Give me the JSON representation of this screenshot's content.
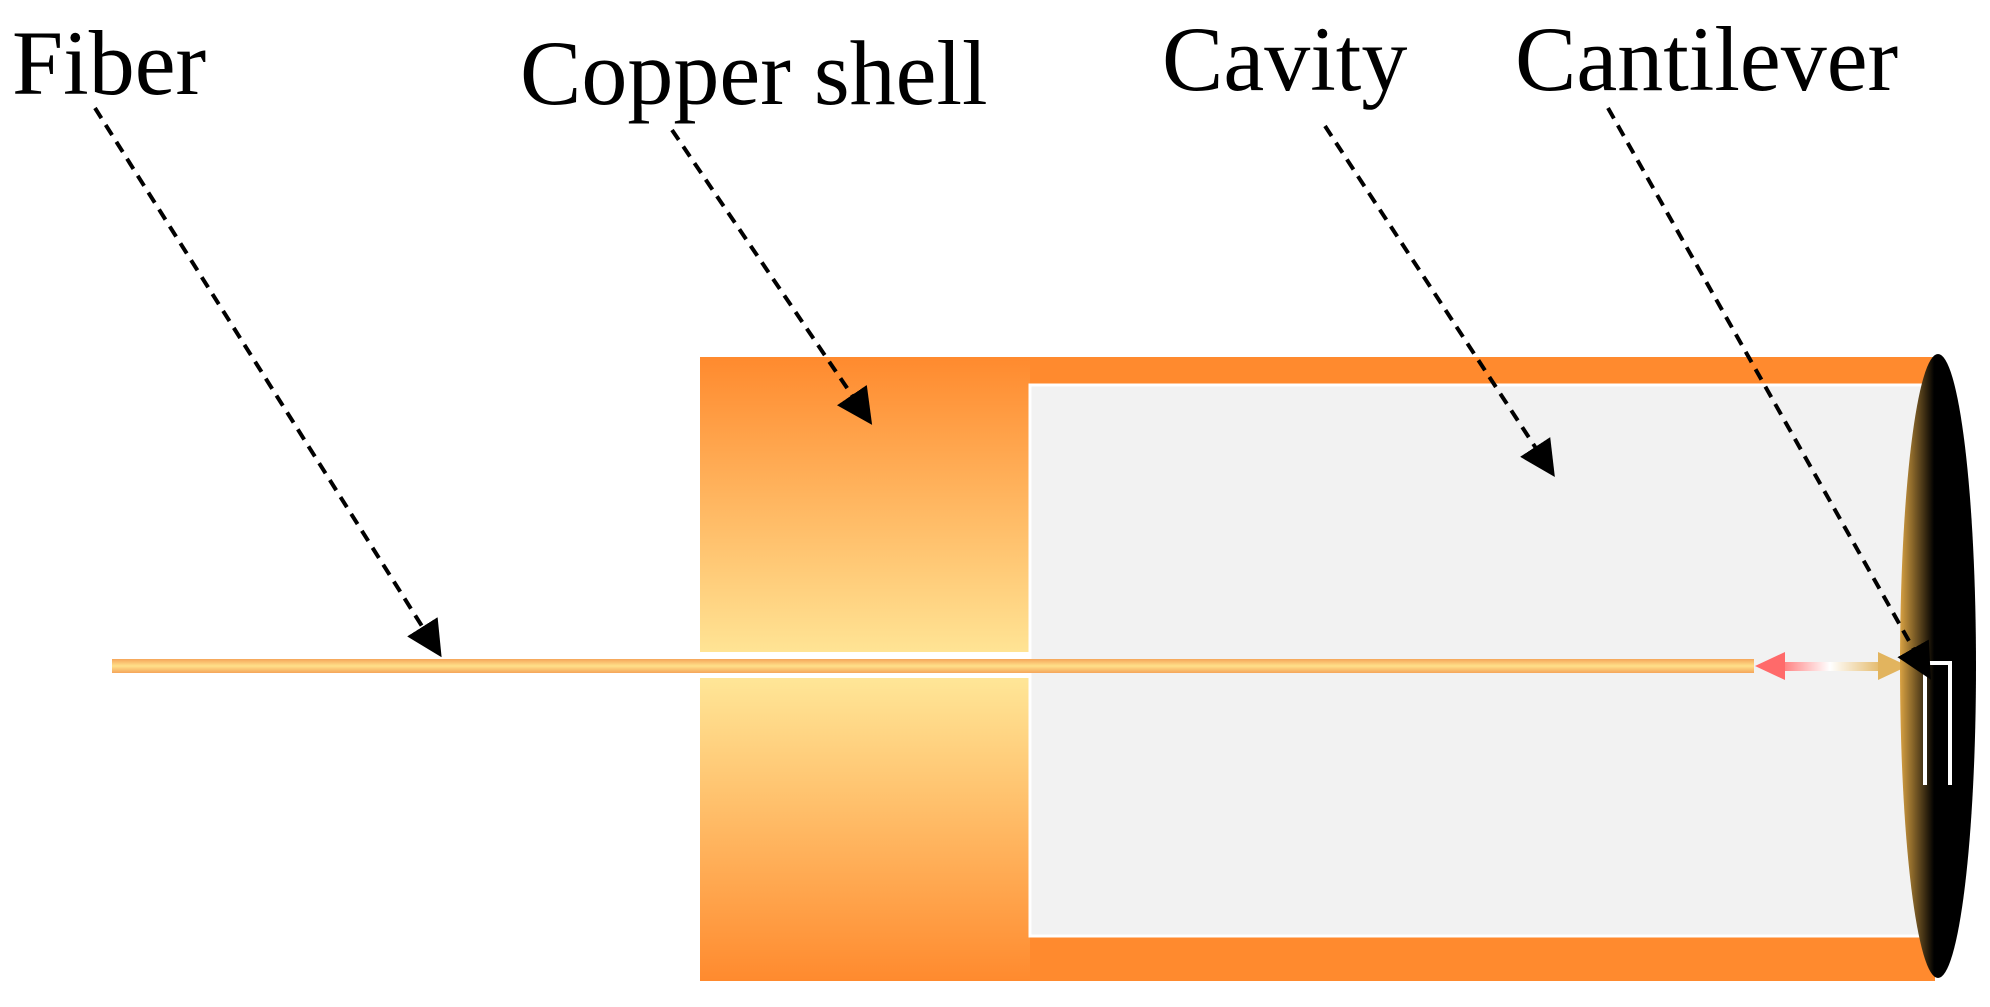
{
  "labels": {
    "fiber": "Fiber",
    "copper_shell": "Copper shell",
    "cavity": "Cavity",
    "cantilever": "Cantilever"
  },
  "colors": {
    "copper_dark": "#ff8a2e",
    "copper_light": "#ffe596",
    "cavity_fill": "#f2f2f2",
    "fiber_outer": "#f5a65a",
    "fiber_inner": "#ffe08a",
    "gap_arrow_left": "#ff6a6a",
    "gap_arrow_right": "#e2b45e",
    "diaphragm_dark": "#000000",
    "diaphragm_light": "#d9a243",
    "leader_line": "#000000"
  }
}
